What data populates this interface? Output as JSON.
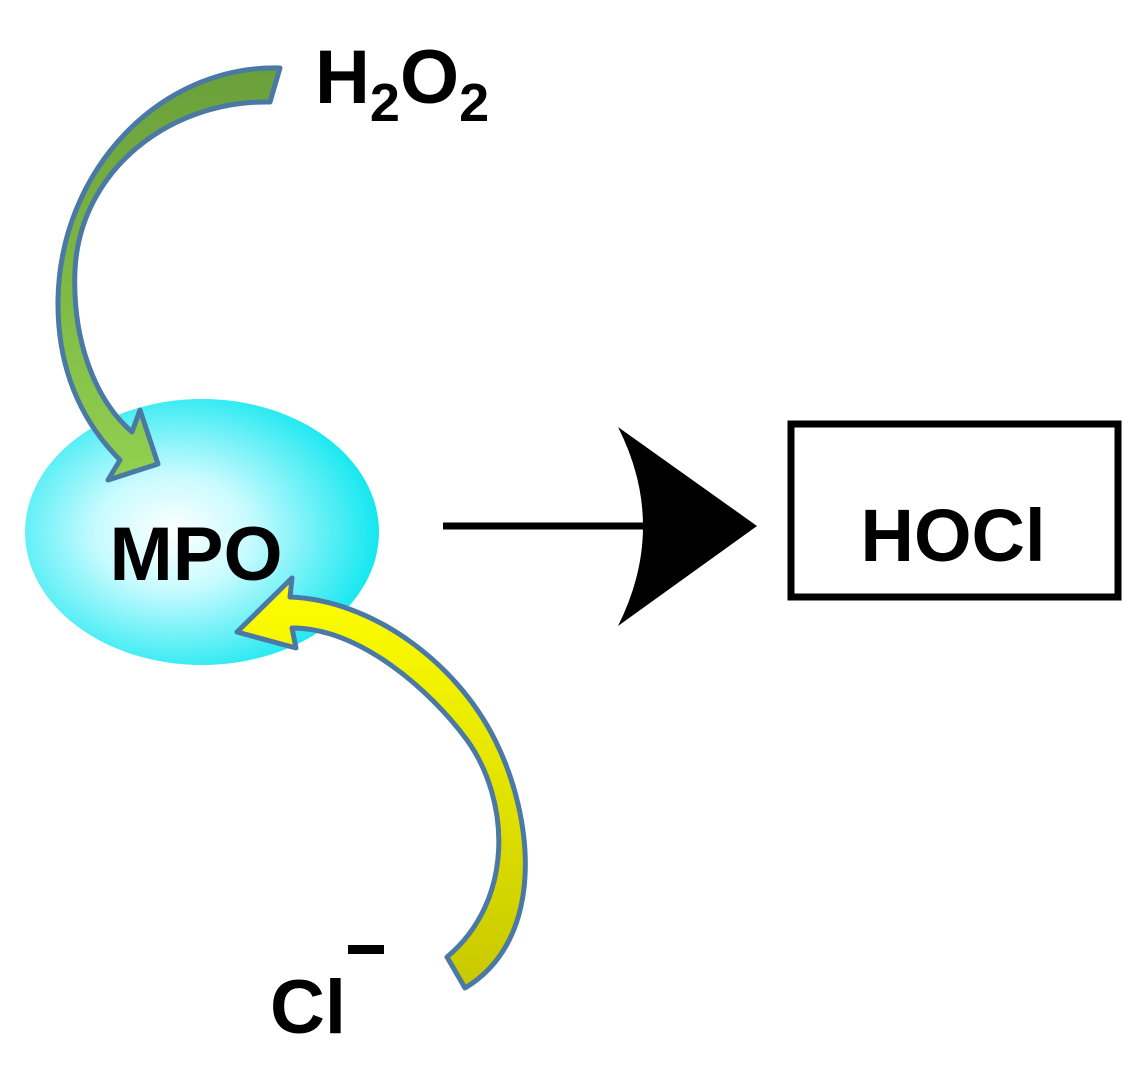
{
  "diagram": {
    "enzyme": {
      "label": "MPO",
      "color": "#00E5EE"
    },
    "substrates": {
      "peroxide": {
        "base": "H",
        "sub1": "2",
        "mid": "O",
        "sub2": "2",
        "arrow_color": "#7AB648"
      },
      "chloride": {
        "base": "Cl",
        "charge": "−",
        "arrow_color": "#E6E600"
      }
    },
    "product": {
      "label": "HOCl"
    },
    "arrow_outline_color": "#4A79A5"
  }
}
